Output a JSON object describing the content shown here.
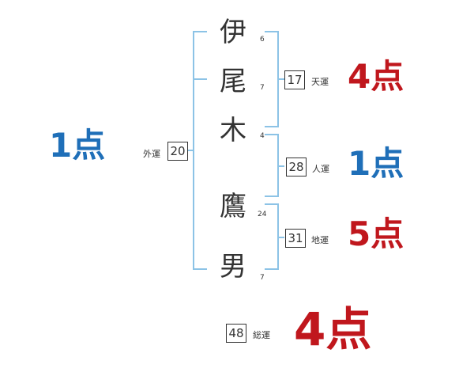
{
  "name": {
    "chars": [
      {
        "char": "伊",
        "strokes": "6"
      },
      {
        "char": "尾",
        "strokes": "7"
      },
      {
        "char": "木",
        "strokes": "4"
      },
      {
        "char": "鷹",
        "strokes": "24"
      },
      {
        "char": "男",
        "strokes": "7"
      }
    ]
  },
  "fortunes": {
    "gaiun": {
      "label": "外運",
      "value": "20",
      "score": "1点"
    },
    "tenun": {
      "label": "天運",
      "value": "17",
      "score": "4点"
    },
    "jinun": {
      "label": "人運",
      "value": "28",
      "score": "1点"
    },
    "chiun": {
      "label": "地運",
      "value": "31",
      "score": "5点"
    },
    "souun": {
      "label": "総運",
      "value": "48",
      "score": "4点"
    }
  },
  "colors": {
    "bracket": "#8cc3e6",
    "score_red": "#c0171d",
    "score_blue": "#1f6fb8"
  }
}
